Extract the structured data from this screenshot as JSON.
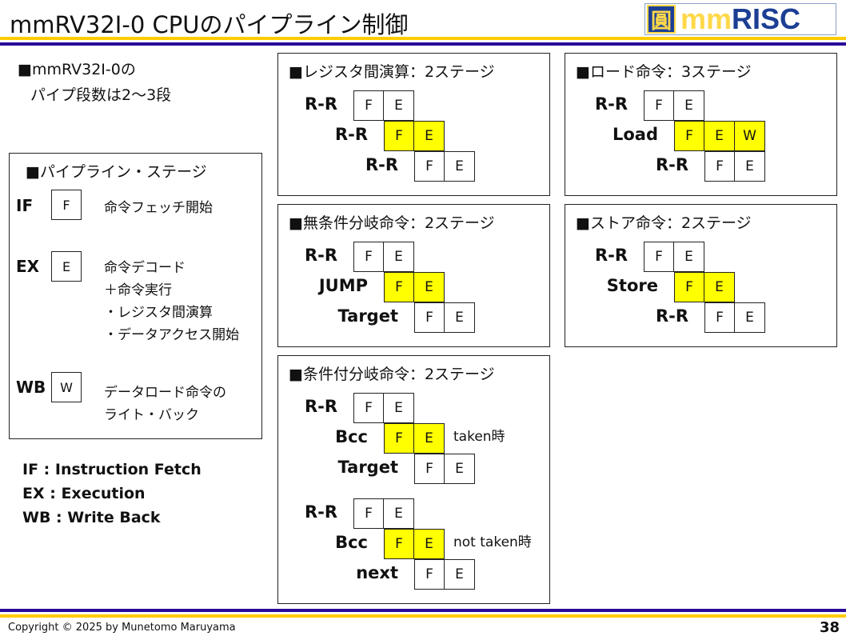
{
  "header": {
    "title": "mmRV32I-0 CPUのパイプライン制御",
    "logo": {
      "glyph": "圓",
      "mm": "mm",
      "risc": "RISC"
    }
  },
  "intro": {
    "line1": "■mmRV32I-0の",
    "line2": "パイプ段数は2〜3段"
  },
  "stages_box": {
    "title": "■パイプライン・ステージ",
    "stages": [
      {
        "name": "IF",
        "box": "F",
        "desc": [
          "命令フェッチ開始"
        ]
      },
      {
        "name": "EX",
        "box": "E",
        "desc": [
          "命令デコード",
          "＋命令実行",
          "・レジスタ間演算",
          "・データアクセス開始"
        ]
      },
      {
        "name": "WB",
        "box": "W",
        "desc": [
          "データロード命令の",
          "ライト・バック"
        ]
      }
    ]
  },
  "legend": [
    "IF : Instruction Fetch",
    "EX : Execution",
    "WB : Write Back"
  ],
  "panels": [
    {
      "title": "■レジスタ間演算：2ステージ",
      "rows": [
        {
          "label": "R-R",
          "start": 0,
          "cells": [
            "F",
            "E"
          ],
          "highlight": false
        },
        {
          "label": "R-R",
          "start": 1,
          "cells": [
            "F",
            "E"
          ],
          "highlight": true
        },
        {
          "label": "R-R",
          "start": 2,
          "cells": [
            "F",
            "E"
          ],
          "highlight": false
        }
      ]
    },
    {
      "title": "■ロード命令：3ステージ",
      "rows": [
        {
          "label": "R-R",
          "start": 0,
          "cells": [
            "F",
            "E"
          ],
          "highlight": false
        },
        {
          "label": "Load",
          "start": 1,
          "cells": [
            "F",
            "E",
            "W"
          ],
          "highlight": true
        },
        {
          "label": "R-R",
          "start": 2,
          "cells": [
            "F",
            "E"
          ],
          "highlight": false
        }
      ]
    },
    {
      "title": "■無条件分岐命令：2ステージ",
      "rows": [
        {
          "label": "R-R",
          "start": 0,
          "cells": [
            "F",
            "E"
          ],
          "highlight": false
        },
        {
          "label": "JUMP",
          "start": 1,
          "cells": [
            "F",
            "E"
          ],
          "highlight": true
        },
        {
          "label": "Target",
          "start": 2,
          "cells": [
            "F",
            "E"
          ],
          "highlight": false
        }
      ]
    },
    {
      "title": "■ストア命令：2ステージ",
      "rows": [
        {
          "label": "R-R",
          "start": 0,
          "cells": [
            "F",
            "E"
          ],
          "highlight": false
        },
        {
          "label": "Store",
          "start": 1,
          "cells": [
            "F",
            "E"
          ],
          "highlight": true
        },
        {
          "label": "R-R",
          "start": 2,
          "cells": [
            "F",
            "E"
          ],
          "highlight": false
        }
      ]
    },
    {
      "title": "■条件付分岐命令：2ステージ",
      "rows": [
        {
          "label": "R-R",
          "start": 0,
          "cells": [
            "F",
            "E"
          ],
          "highlight": false
        },
        {
          "label": "Bcc",
          "start": 1,
          "cells": [
            "F",
            "E"
          ],
          "highlight": true,
          "note": "taken時"
        },
        {
          "label": "Target",
          "start": 2,
          "cells": [
            "F",
            "E"
          ],
          "highlight": false
        },
        {
          "label": "R-R",
          "start": 0,
          "cells": [
            "F",
            "E"
          ],
          "highlight": false
        },
        {
          "label": "Bcc",
          "start": 1,
          "cells": [
            "F",
            "E"
          ],
          "highlight": true,
          "note": "not taken時"
        },
        {
          "label": "next",
          "start": 2,
          "cells": [
            "F",
            "E"
          ],
          "highlight": false
        }
      ]
    }
  ],
  "footer": {
    "copyright": "Copyright © 2025 by Munetomo Maruyama",
    "page": "38"
  },
  "colors": {
    "purple": "#2a0a9a",
    "gold": "#ffcc00",
    "highlight": "#ffff00"
  }
}
